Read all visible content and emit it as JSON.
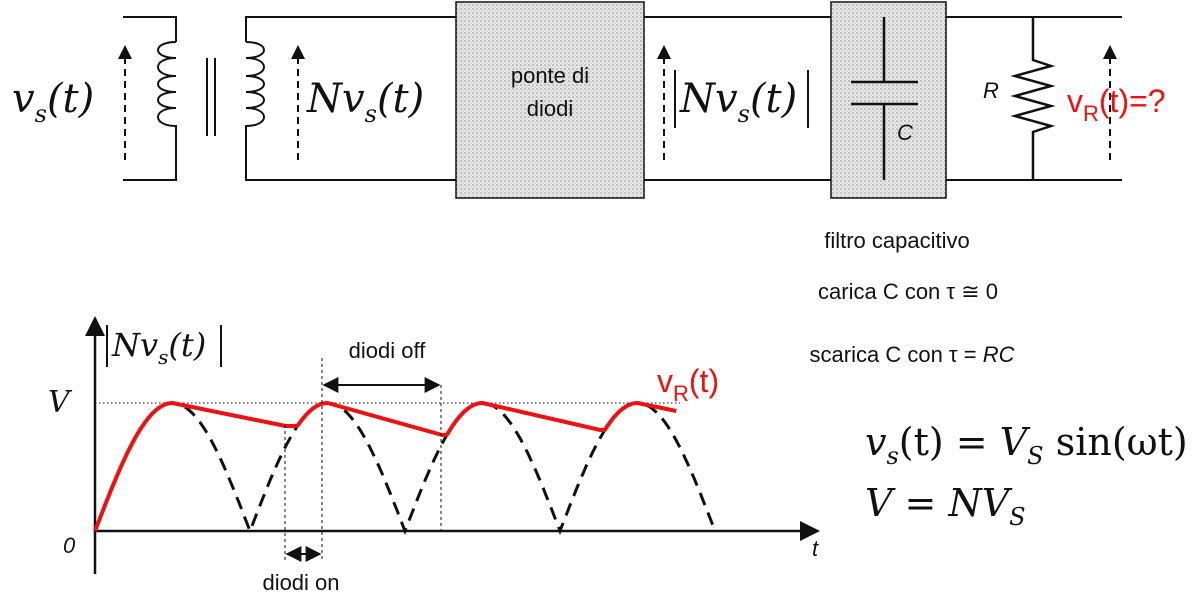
{
  "colors": {
    "ink": "#111111",
    "accent_red": "#ee1111",
    "box_fill": "#e3e3e3",
    "dot_grey": "#9a9a9a"
  },
  "circuit": {
    "source_label": {
      "main": "v",
      "sub": "s",
      "tail": "(t)"
    },
    "secondary_label": {
      "main": "Nv",
      "sub": "s",
      "tail": "(t)"
    },
    "bridge_line1": "ponte di",
    "bridge_line2": "diodi",
    "rectified_label": {
      "main": "Nv",
      "sub": "s",
      "tail": "(t)"
    },
    "capacitor_label": "C",
    "resistor_label": "R",
    "output_label": {
      "main": "v",
      "sub": "R",
      "tail": "(t)=?"
    }
  },
  "notes": {
    "filter_title": "filtro capacitivo",
    "charge_line": "carica C con τ ≅ 0",
    "discharge_prefix": "scarica C con τ = ",
    "discharge_rc": "RC"
  },
  "equations": {
    "eq1": {
      "lhs_main": "v",
      "lhs_sub": "s",
      "lhs_tail": "(t) = ",
      "rhs_main": "V",
      "rhs_sub": "S",
      "rhs_tail": " sin(ωt)"
    },
    "eq2": {
      "lhs": "V = NV",
      "sub": "S"
    }
  },
  "chart_data": {
    "type": "line",
    "title": "",
    "ylabel": {
      "main": "Nv",
      "sub": "s",
      "tail": "(t)"
    },
    "xlabel": "t",
    "origin_label": "0",
    "peak_label": "V",
    "series": [
      {
        "name": "",
        "style": "dashed",
        "shape": "rectified sine, 4 half-cycles"
      },
      {
        "name": "v_R(t)",
        "style": "solid-red"
      }
    ],
    "annotations": {
      "off_label": "diodi off",
      "on_label": "diodi on"
    },
    "output_legend": {
      "main": "v",
      "sub": "R",
      "tail": "(t)"
    }
  }
}
